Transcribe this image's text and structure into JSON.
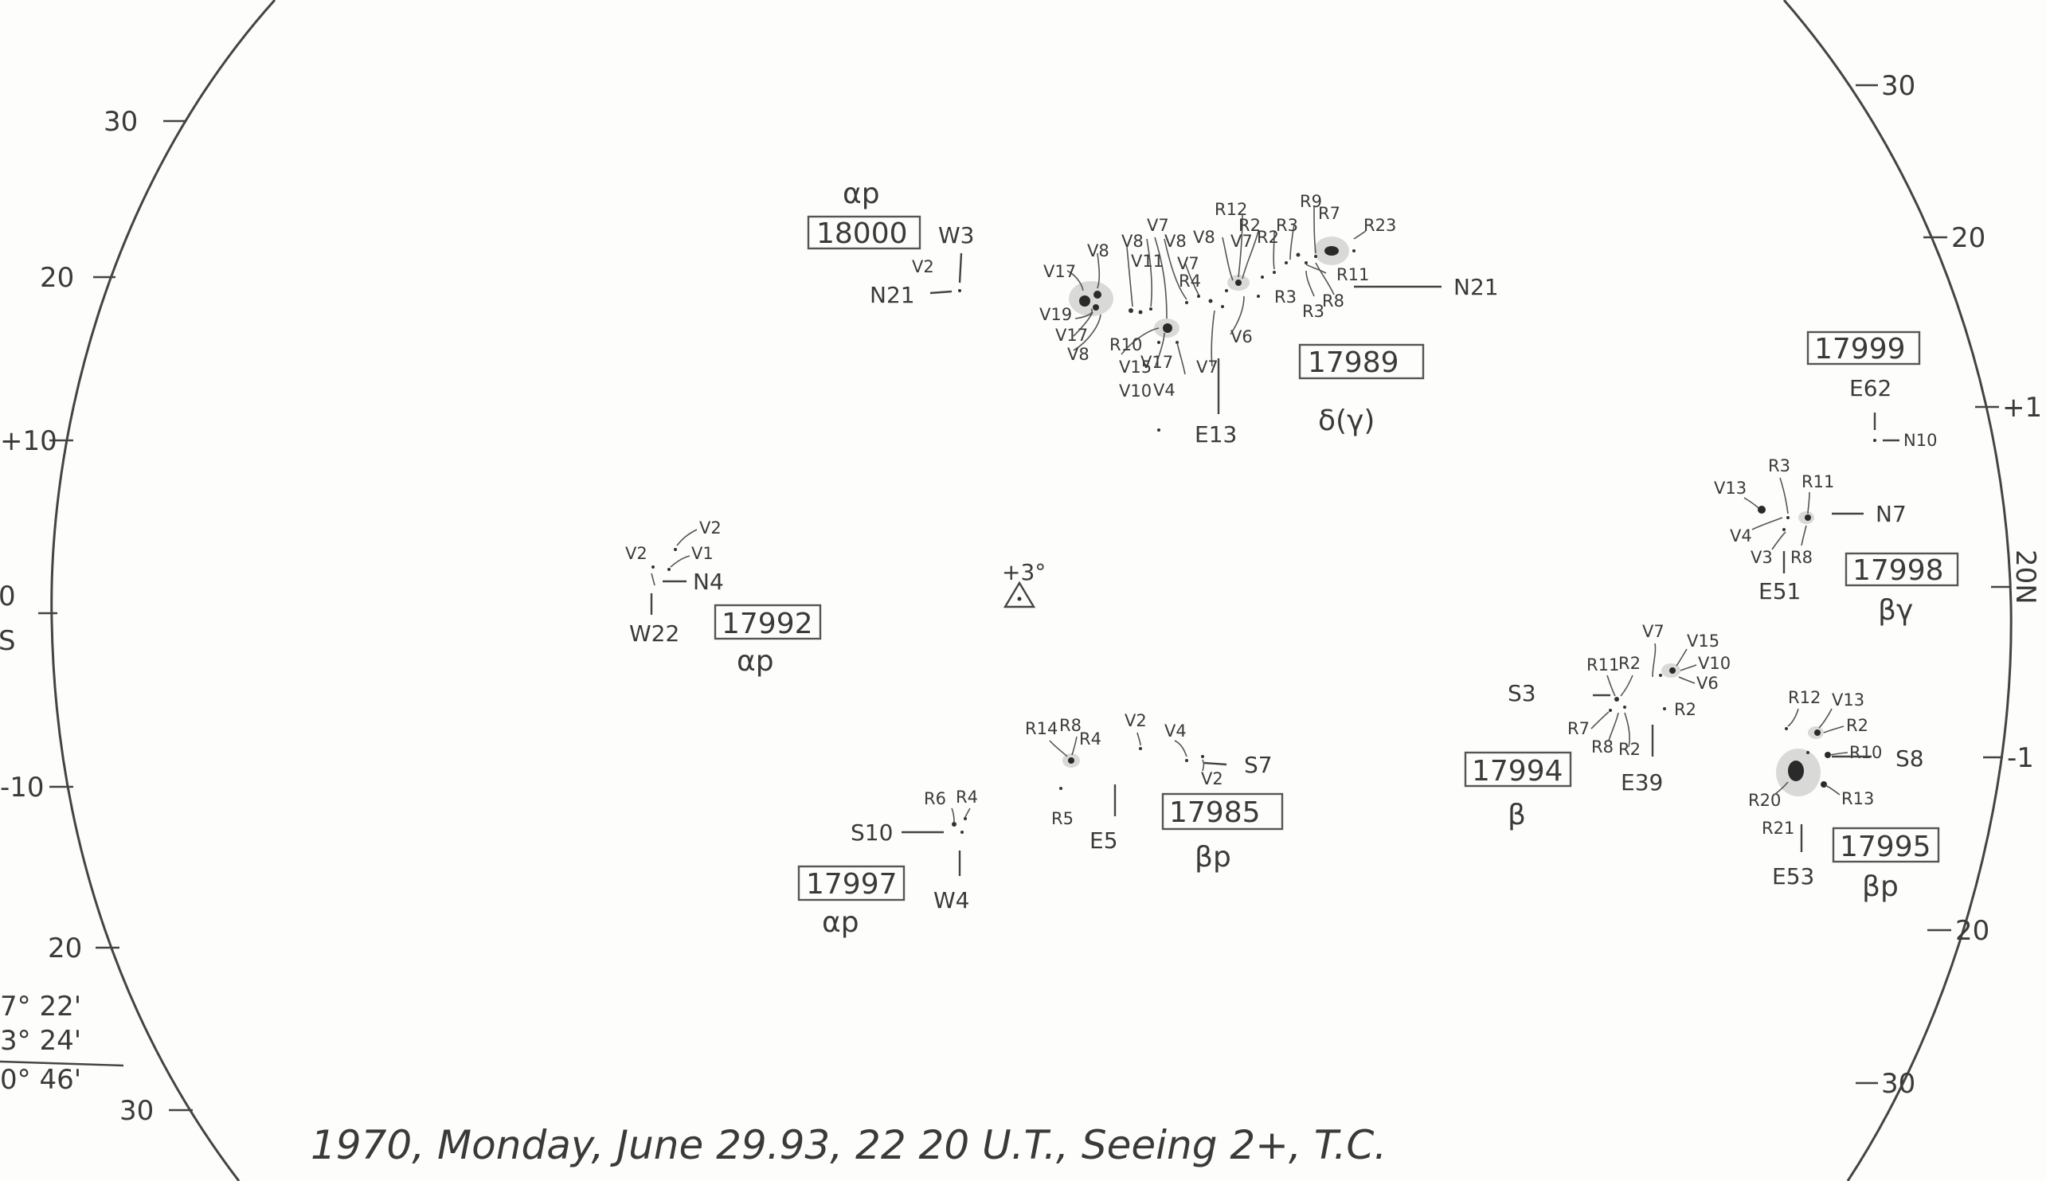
{
  "caption": "1970, Monday, June 29.93, 22 20 U.T., Seeing 2+, T.C.",
  "left_scale": [
    "30",
    "20",
    "+10",
    "0",
    "S",
    "-10",
    "20",
    "30"
  ],
  "right_scale": [
    "30",
    "20",
    "+1",
    "20N",
    "-1",
    "20",
    "30"
  ],
  "left_notes": [
    "7° 22'",
    "3° 24'",
    "0° 46'"
  ],
  "center_mark": "+3°",
  "regions": [
    {
      "id": "18000",
      "class": "αp",
      "lon": "W3",
      "lat": "N21",
      "spots": [
        "V2"
      ]
    },
    {
      "id": "17989",
      "class": "δ(γ)",
      "lon": "E13",
      "lat": "N21",
      "spots": [
        "V17",
        "V8",
        "V8",
        "V7",
        "V11",
        "V8",
        "V8",
        "V7",
        "R12",
        "R2",
        "V7",
        "R3",
        "R2",
        "R9",
        "R7",
        "R23",
        "V19",
        "V17",
        "V8",
        "R10",
        "V15",
        "V17",
        "V10",
        "V4",
        "V7",
        "V6",
        "R11",
        "R3",
        "R8",
        "R3",
        "R4"
      ]
    },
    {
      "id": "17992",
      "class": "αp",
      "lon": "W22",
      "lat": "N4",
      "spots": [
        "V2",
        "V2",
        "V1"
      ]
    },
    {
      "id": "17999",
      "class": "",
      "lon": "E62",
      "lat": "N10",
      "spots": []
    },
    {
      "id": "17998",
      "class": "βγ",
      "lon": "E51",
      "lat": "N7",
      "spots": [
        "V13",
        "R3",
        "R11",
        "V4",
        "V3",
        "R8"
      ]
    },
    {
      "id": "17994",
      "class": "β",
      "lon": "E39",
      "lat": "S3",
      "spots": [
        "R11",
        "R2",
        "V7",
        "V15",
        "V10",
        "V6",
        "R2",
        "R7",
        "R8",
        "R2"
      ]
    },
    {
      "id": "17985",
      "class": "βp",
      "lon": "E5",
      "lat": "S7",
      "spots": [
        "R14",
        "R8",
        "R4",
        "R5",
        "V2",
        "V4",
        "V2"
      ]
    },
    {
      "id": "17997",
      "class": "αp",
      "lon": "W4",
      "lat": "S10",
      "spots": [
        "R6",
        "R4"
      ]
    },
    {
      "id": "17995",
      "class": "βp",
      "lon": "E53",
      "lat": "S8",
      "spots": [
        "R12",
        "V13",
        "R2",
        "R10",
        "R13",
        "R20",
        "R21"
      ]
    }
  ]
}
